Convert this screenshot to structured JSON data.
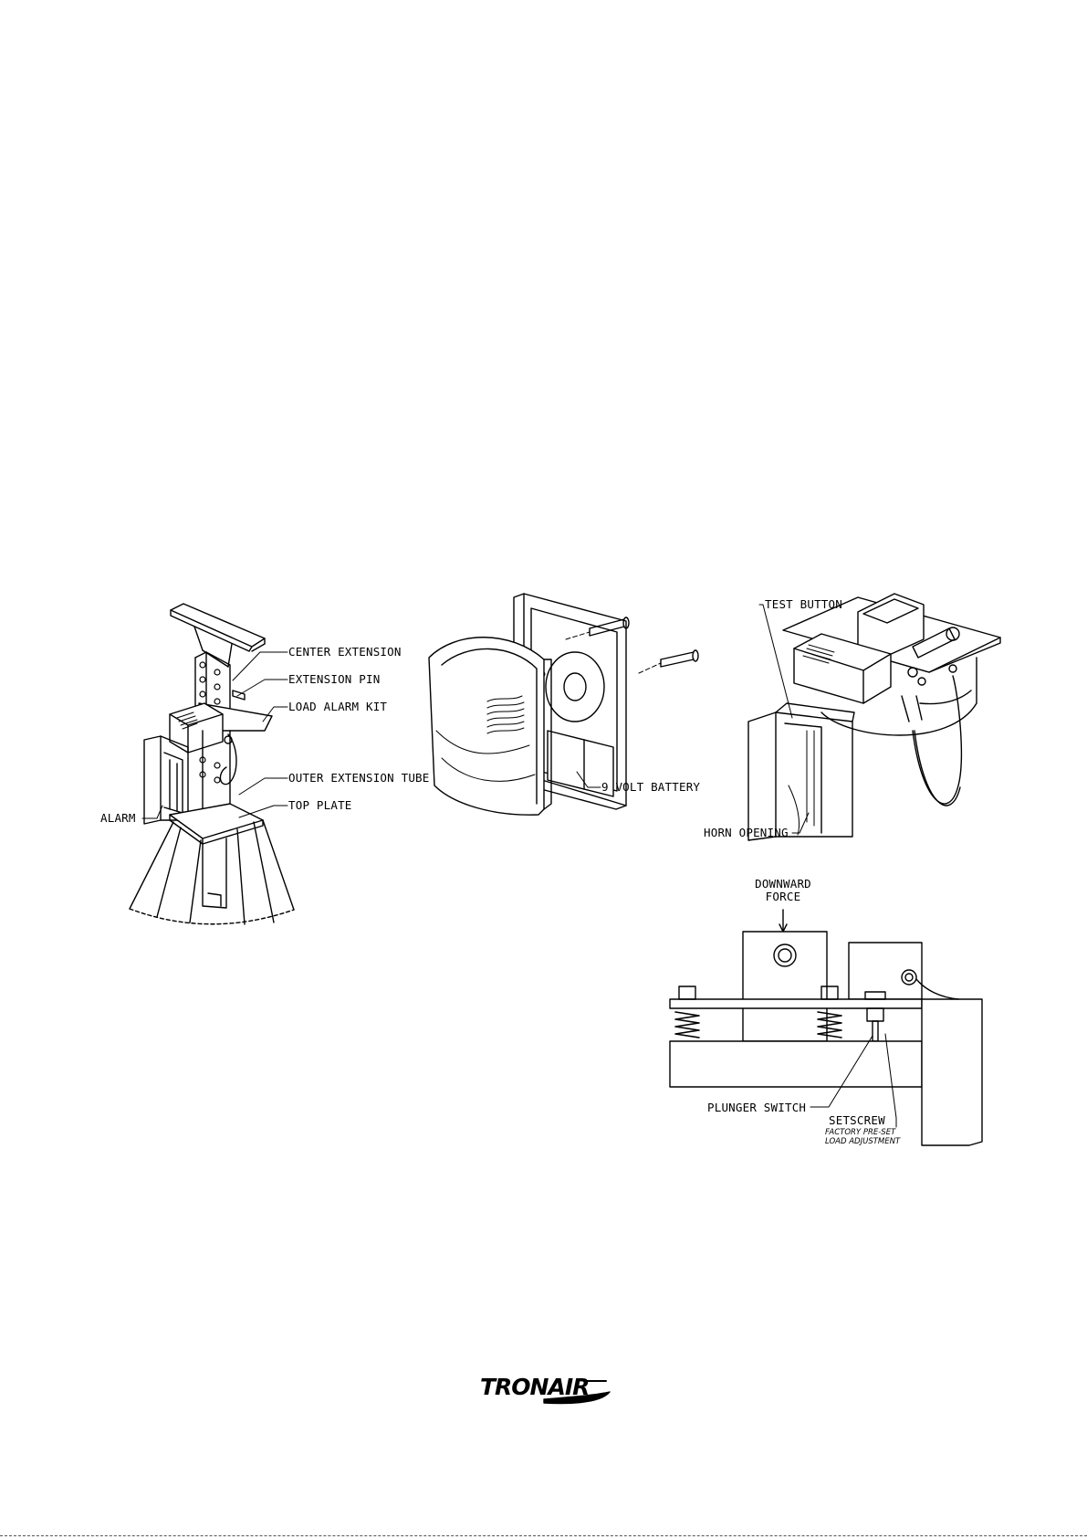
{
  "fig1": {
    "center_extension": "CENTER EXTENSION",
    "extension_pin": "EXTENSION PIN",
    "load_alarm_kit": "LOAD ALARM KIT",
    "outer_extension_tube": "OUTER EXTENSION TUBE",
    "top_plate": "TOP PLATE",
    "alarm": "ALARM"
  },
  "fig2": {
    "battery": "9 VOLT BATTERY"
  },
  "fig3": {
    "test_button": "TEST BUTTON",
    "horn_opening": "HORN OPENING"
  },
  "fig4": {
    "downward": "DOWNWARD",
    "force": "FORCE",
    "plunger_switch": "PLUNGER SWITCH",
    "setscrew": "SETSCREW",
    "note_line1": "FACTORY PRE-SET",
    "note_line2": "LOAD ADJUSTMENT"
  },
  "footer": {
    "logo": "TRONAIR"
  }
}
